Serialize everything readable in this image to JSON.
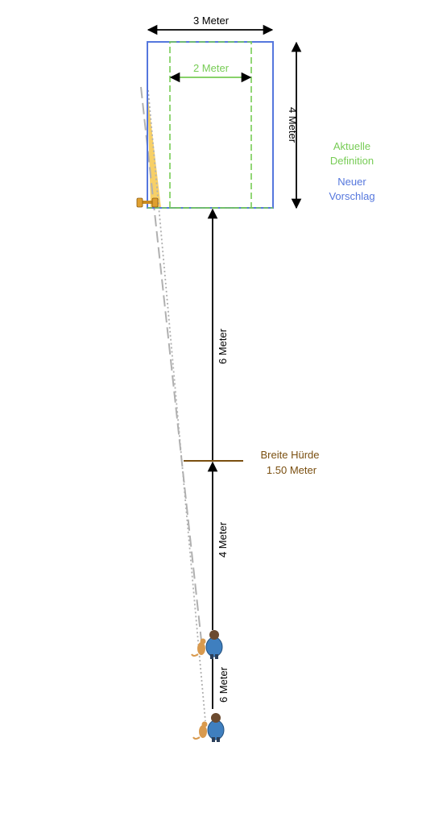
{
  "labels": {
    "width_total": "3 Meter",
    "width_inner": "2 Meter",
    "depth": "4 Meter",
    "run_upper": "6 Meter",
    "run_middle": "4 Meter",
    "run_lower": "6 Meter",
    "legend_current_line1": "Aktuelle",
    "legend_current_line2": "Definition",
    "legend_new_line1": "Neuer",
    "legend_new_line2": "Vorschlag",
    "hurdle_line1": "Breite Hürde",
    "hurdle_line2": "1.50 Meter"
  },
  "colors": {
    "current_definition": "#77cc55",
    "new_proposal": "#5577dd",
    "hurdle": "#7a4f10",
    "arrow": "#000000",
    "sight_line": "#b0b0b0",
    "angle_fill": "#f6c84c",
    "dumbbell": "#e0a030",
    "person_shirt": "#3f7fbf",
    "person_head": "#6b4a2f",
    "dog": "#d99a4e"
  },
  "icons": [
    "dumbbell-icon",
    "person-icon",
    "dog-icon"
  ]
}
